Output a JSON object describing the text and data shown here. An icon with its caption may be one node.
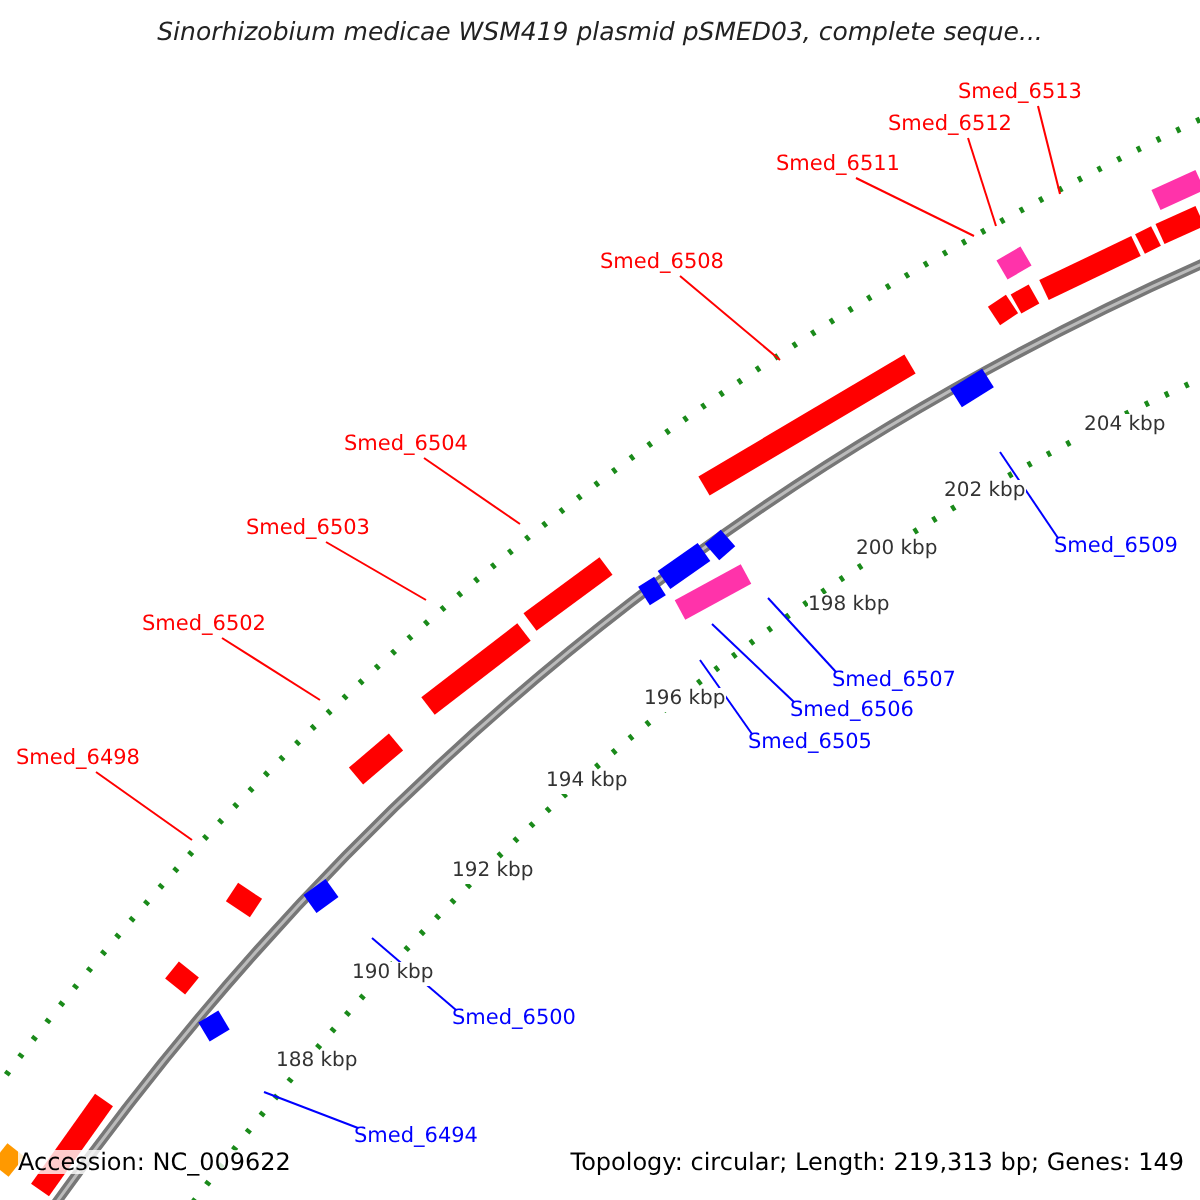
{
  "diagram": {
    "title": "Sinorhizobium medicae WSM419 plasmid pSMED03, complete seque...",
    "nodes": [
      {
        "text": [
          "Smed_6513"
        ]
      },
      {
        "text": [
          "Smed_6512"
        ]
      },
      {
        "text": [
          "Smed_6511"
        ]
      },
      {
        "text": [
          "Smed_6508"
        ]
      },
      {
        "text": [
          "Smed_6504"
        ]
      },
      {
        "text": [
          "Smed_6503"
        ]
      },
      {
        "text": [
          "Smed_6502"
        ]
      },
      {
        "text": [
          "Smed_6498"
        ]
      },
      {
        "text": [
          "Smed_6509"
        ]
      },
      {
        "text": [
          "Smed_6507"
        ]
      },
      {
        "text": [
          "Smed_6506"
        ]
      },
      {
        "text": [
          "Smed_6505"
        ]
      },
      {
        "text": [
          "Smed_6500"
        ]
      },
      {
        "text": [
          "Smed_6494"
        ]
      }
    ],
    "edges": [
      {
        "from": 0,
        "to": null,
        "arrow": "none"
      },
      {
        "from": 1,
        "to": null,
        "arrow": "none"
      },
      {
        "from": 2,
        "to": null,
        "arrow": "none"
      },
      {
        "from": 3,
        "to": null,
        "arrow": "none"
      },
      {
        "from": 4,
        "to": null,
        "arrow": "none"
      },
      {
        "from": 5,
        "to": null,
        "arrow": "none"
      },
      {
        "from": 6,
        "to": null,
        "arrow": "none"
      },
      {
        "from": 7,
        "to": null,
        "arrow": "none"
      },
      {
        "from": 8,
        "to": null,
        "arrow": "none",
        "color": "#0000ff"
      },
      {
        "from": 9,
        "to": null,
        "arrow": "none",
        "color": "#0000ff"
      },
      {
        "from": 10,
        "to": null,
        "arrow": "none",
        "color": "#0000ff"
      },
      {
        "from": 11,
        "to": null,
        "arrow": "none",
        "color": "#0000ff"
      },
      {
        "from": 12,
        "to": null,
        "arrow": "none",
        "color": "#0000ff"
      },
      {
        "from": 13,
        "to": null,
        "arrow": "none",
        "color": "#0000ff"
      }
    ],
    "labels": [
      "204 kbp",
      "202 kbp",
      "200 kbp",
      "198 kbp",
      "196 kbp",
      "194 kbp",
      "192 kbp",
      "190 kbp",
      "188 kbp",
      "Accession: NC_009622",
      "Topology: circular; Length: 219,313 bp; Genes: 149"
    ]
  }
}
